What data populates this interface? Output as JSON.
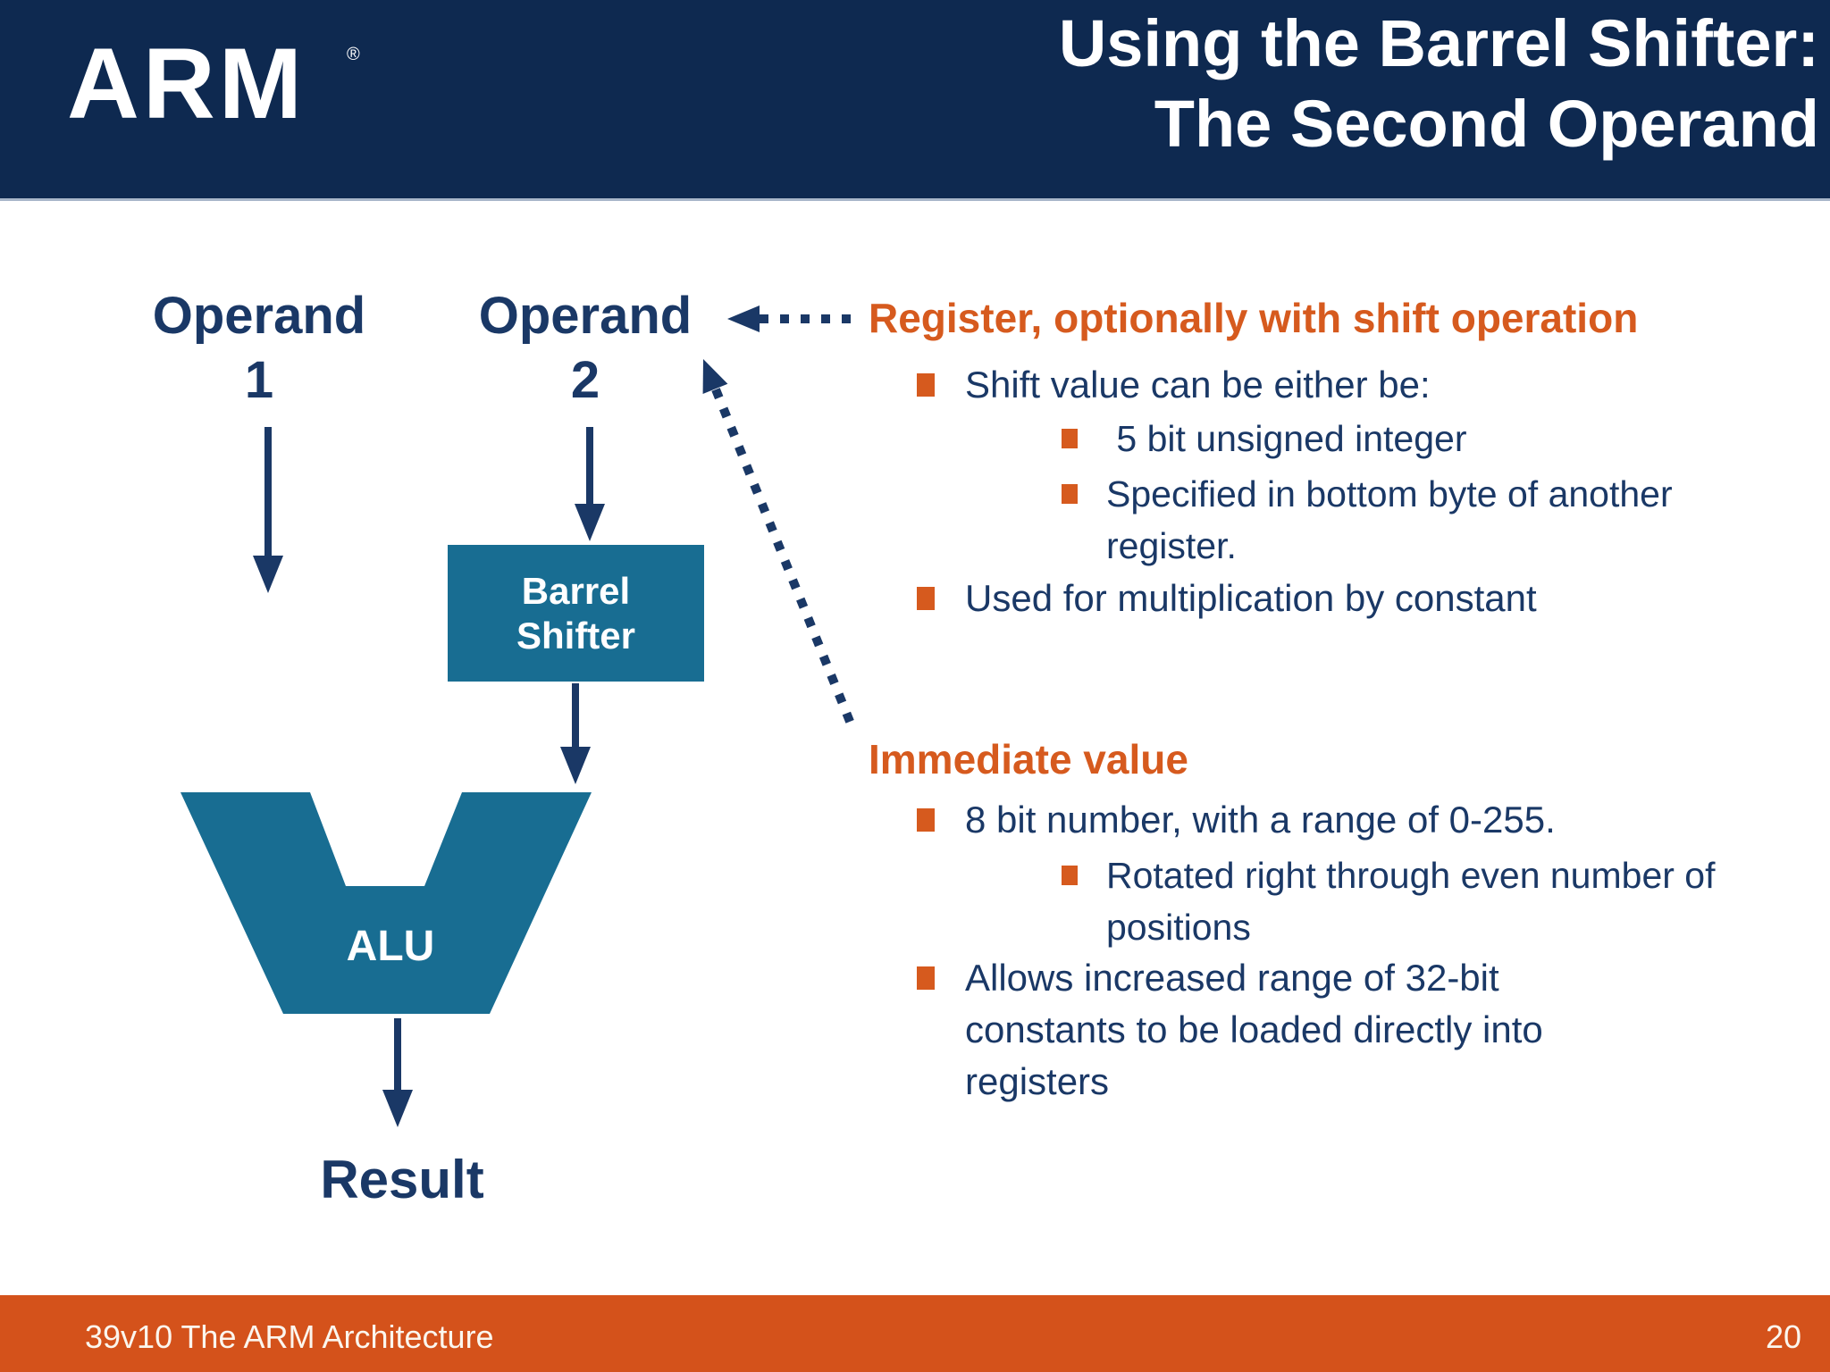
{
  "header": {
    "logo_text": "ARM",
    "logo_reg_mark": "®",
    "title_line1": "Using the Barrel Shifter:",
    "title_line2": "The Second Operand"
  },
  "diagram": {
    "operand1_label": "Operand\n1",
    "operand2_label": "Operand\n2",
    "barrel_shifter_label": "Barrel\nShifter",
    "alu_label": "ALU",
    "result_label": "Result"
  },
  "sections": {
    "register": {
      "heading": "Register, optionally with shift operation",
      "bullets": [
        {
          "level": 1,
          "text": "Shift value can be either be:"
        },
        {
          "level": 2,
          "text": " 5 bit unsigned integer"
        },
        {
          "level": 2,
          "text": "Specified in bottom byte of another\nregister."
        },
        {
          "level": 1,
          "text": "Used for multiplication by constant"
        }
      ]
    },
    "immediate": {
      "heading": "Immediate value",
      "bullets": [
        {
          "level": 1,
          "text": "8 bit number, with a range of 0-255."
        },
        {
          "level": 2,
          "text": "Rotated right through even number of\npositions"
        },
        {
          "level": 1,
          "text": "Allows increased range of 32-bit\nconstants to be loaded directly into\nregisters"
        }
      ]
    }
  },
  "footer": {
    "left_text": "39v10 The ARM Architecture",
    "page_number": "20"
  },
  "colors": {
    "header_bg": "#0E2950",
    "accent_orange": "#D65A1E",
    "footer_bg": "#D4521B",
    "diagram_teal": "#186D92",
    "text_navy": "#1A3866"
  }
}
